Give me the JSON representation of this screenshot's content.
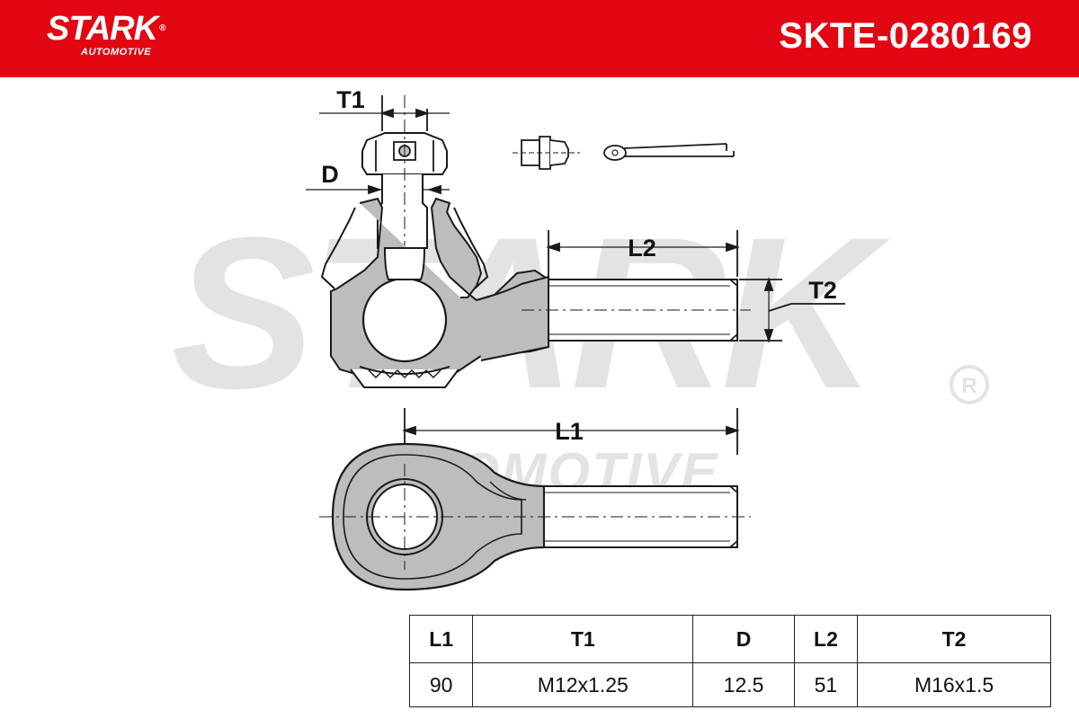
{
  "header": {
    "brand": "STARK",
    "brand_sub": "AUTOMOTIVE",
    "part_number": "SKTE-0280169",
    "bg_color": "#e30613"
  },
  "watermark": {
    "main": "STARK",
    "sub": "AUTOMOTIVE"
  },
  "dimensions": {
    "t1": "T1",
    "d": "D",
    "l2": "L2",
    "t2": "T2",
    "l1": "L1"
  },
  "spec_table": {
    "headers": [
      "L1",
      "T1",
      "D",
      "L2",
      "T2"
    ],
    "values": [
      "90",
      "M12x1.25",
      "12.5",
      "51",
      "M16x1.5"
    ]
  }
}
